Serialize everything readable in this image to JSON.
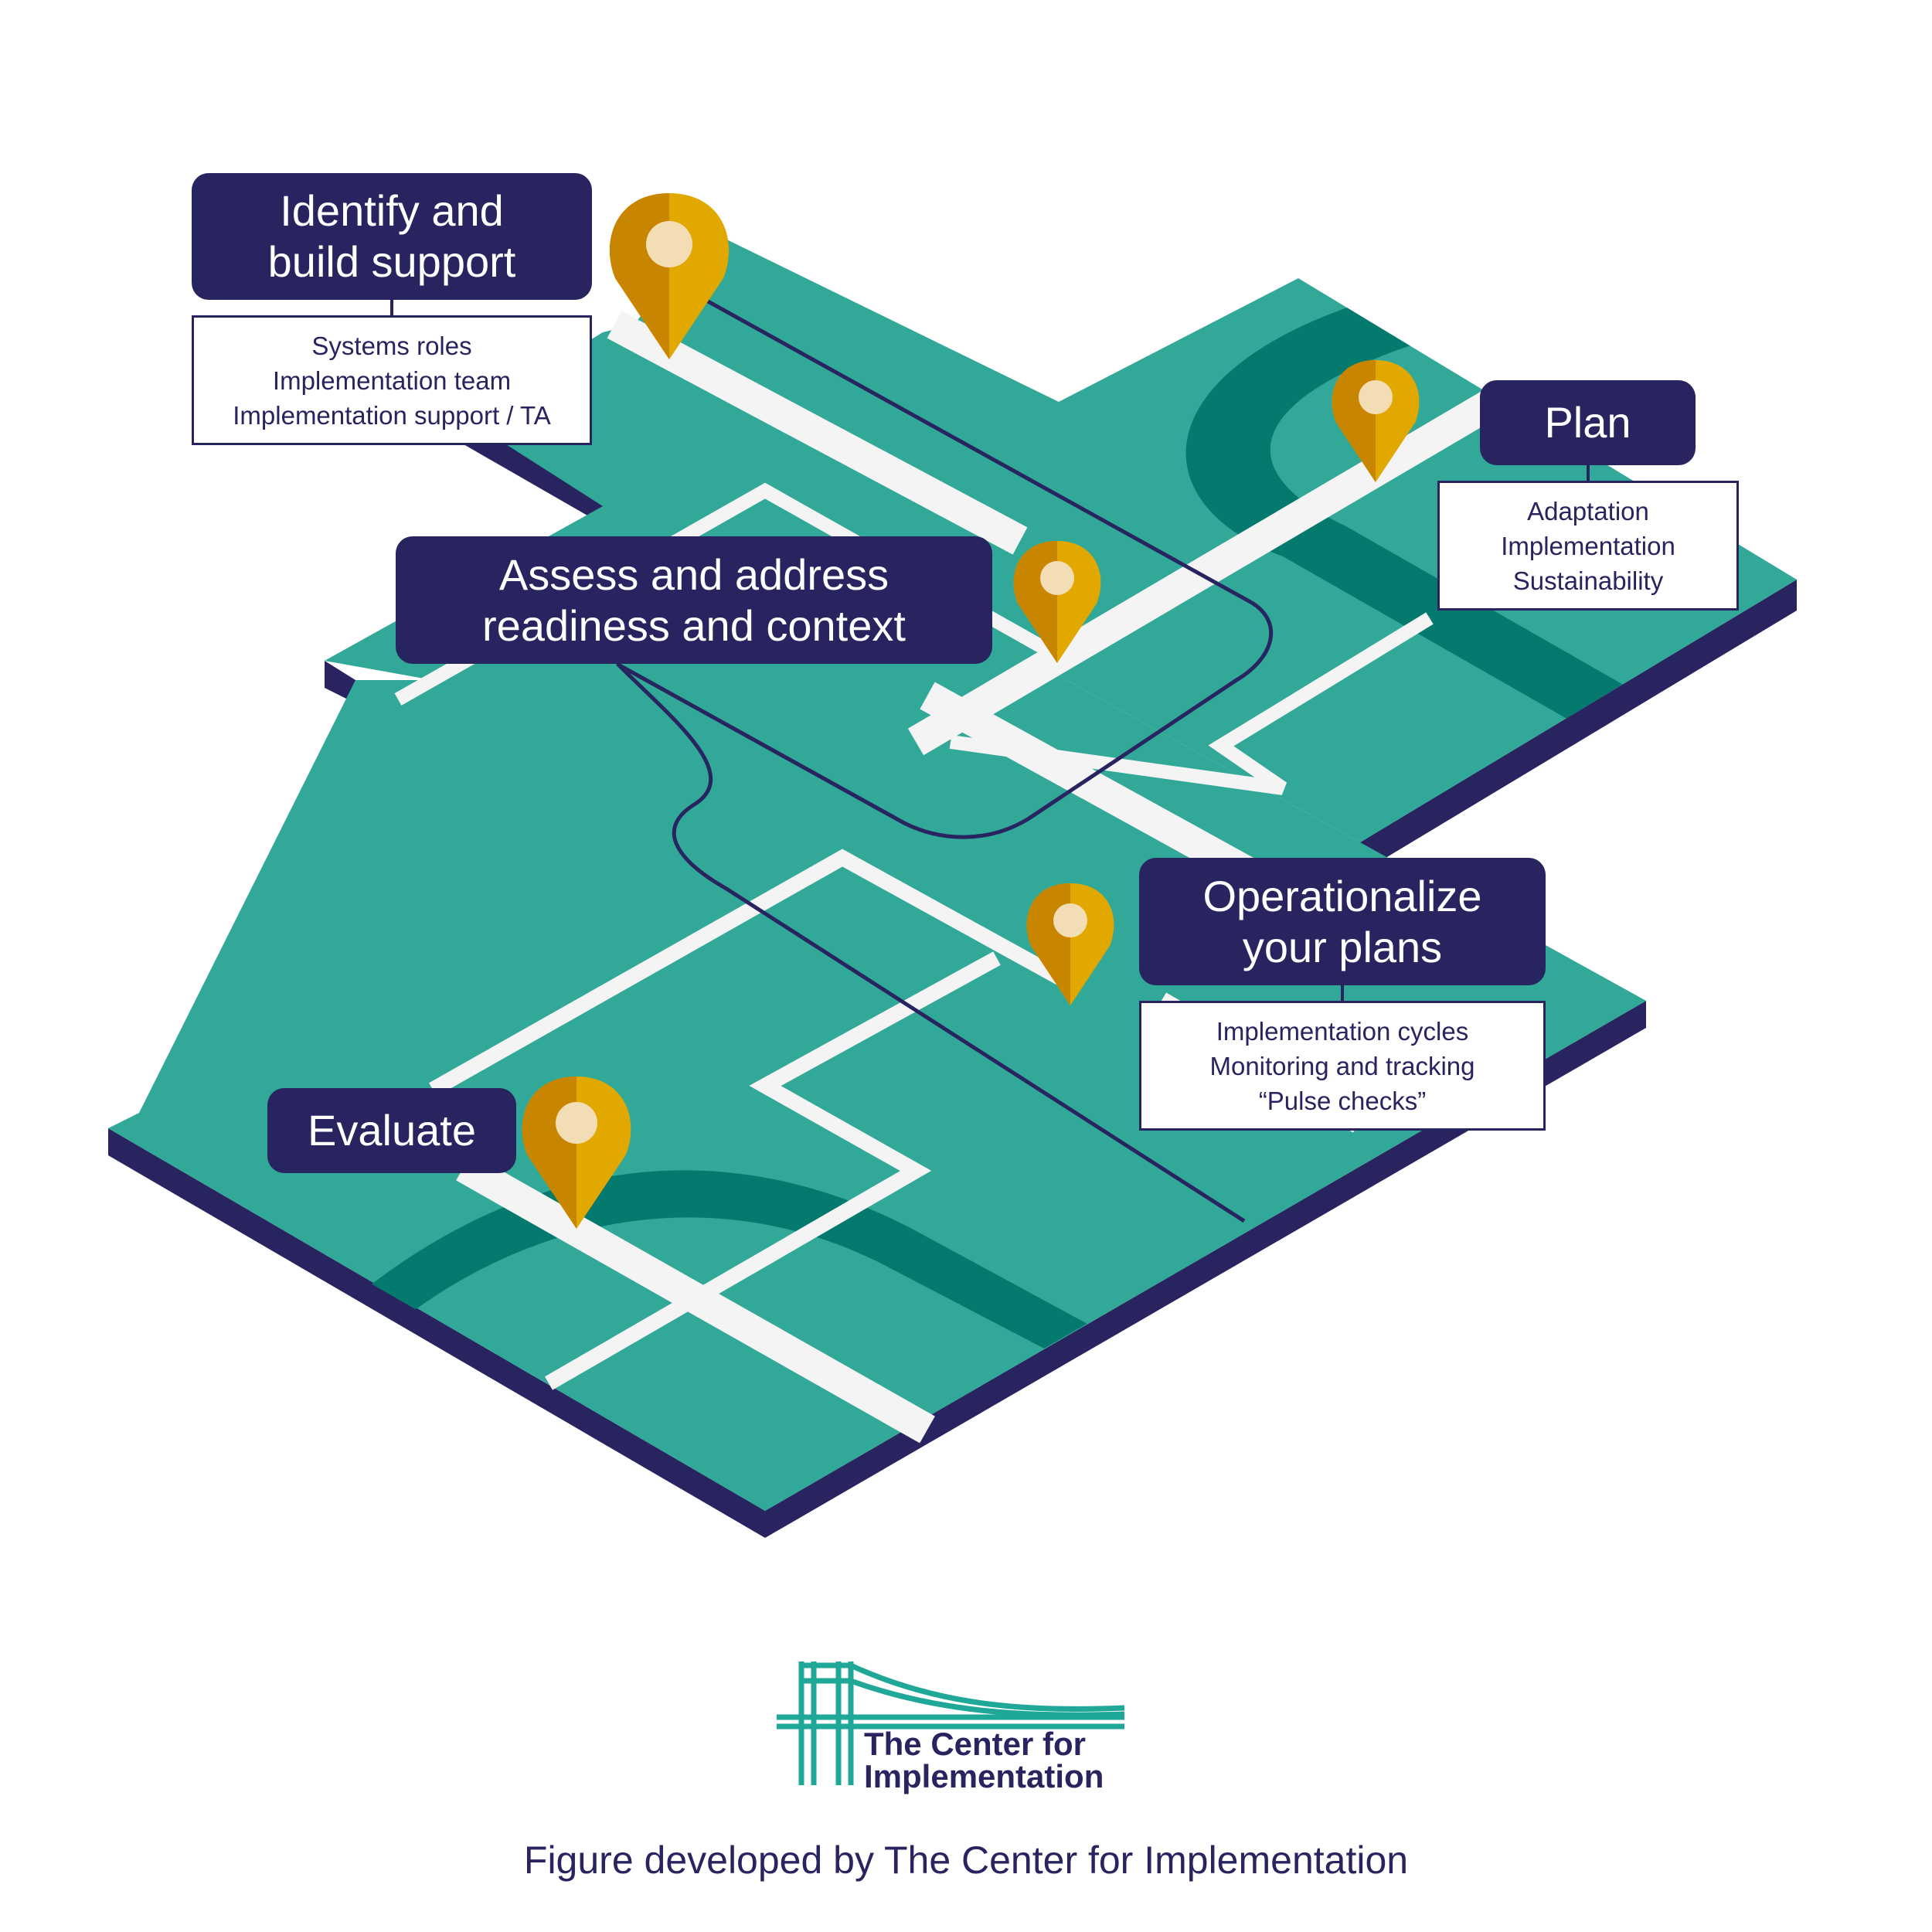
{
  "steps": {
    "identify": {
      "title_line1": "Identify and",
      "title_line2": "build support",
      "details": [
        "Systems roles",
        "Implementation team",
        "Implementation support / TA"
      ]
    },
    "assess": {
      "title_line1": "Assess and address",
      "title_line2": "readiness and context"
    },
    "plan": {
      "title": "Plan",
      "details": [
        "Adaptation",
        "Implementation",
        "Sustainability"
      ]
    },
    "operationalize": {
      "title_line1": "Operationalize",
      "title_line2": "your plans",
      "details": [
        "Implementation cycles",
        "Monitoring and tracking",
        "“Pulse checks”"
      ]
    },
    "evaluate": {
      "title": "Evaluate"
    }
  },
  "logo": {
    "line1": "The Center for",
    "line2": "Implementation"
  },
  "caption": "Figure developed by The Center for Implementation",
  "colors": {
    "map_green": "#31a898",
    "dark_green": "#047a6e",
    "edge_navy": "#27245f",
    "road_white": "#f4f4f4",
    "pin_gold": "#e1a800",
    "pin_dark": "#c88600",
    "logo_teal": "#1fa898"
  },
  "icons": [
    "location-pin-icon",
    "bridge-logo-icon"
  ]
}
